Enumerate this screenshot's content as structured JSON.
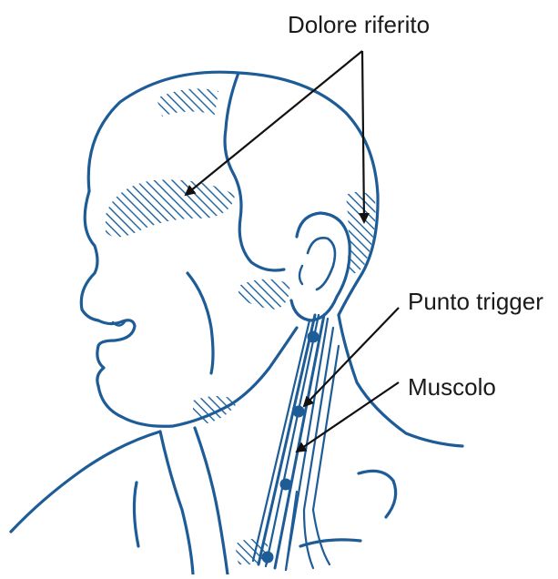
{
  "labels": {
    "referred_pain": "Dolore riferito",
    "trigger_point": "Punto trigger",
    "muscle": "Muscolo"
  },
  "colors": {
    "line": "#1d5c96",
    "dot": "#1d5c96",
    "hatch": "#2a6aa3",
    "arrow": "#111111",
    "text": "#1a1a1a"
  }
}
